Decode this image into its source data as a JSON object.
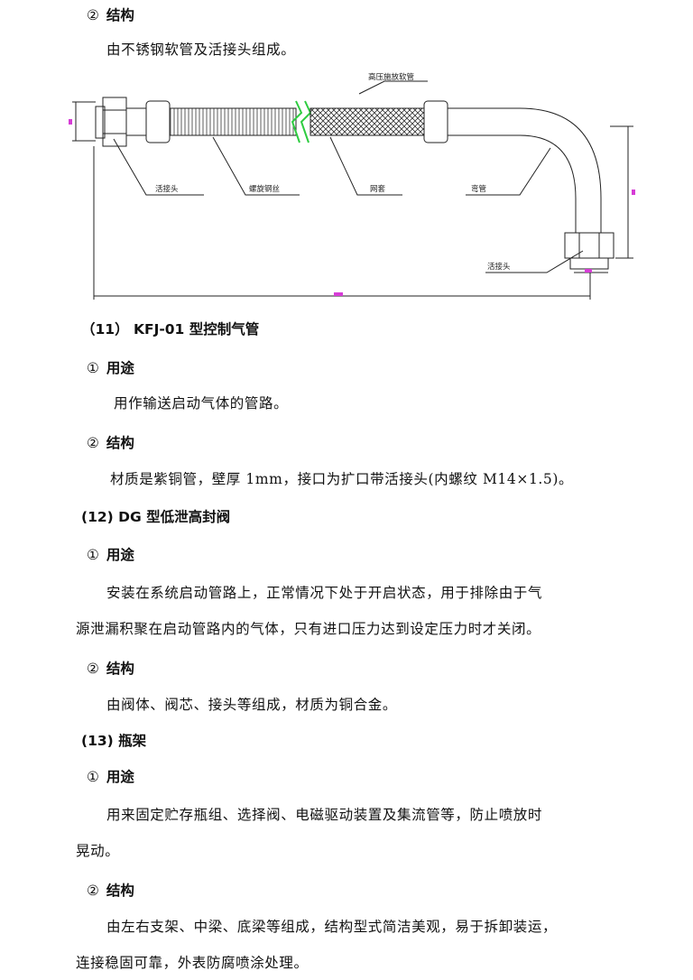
{
  "sec1_struct_heading": {
    "num": "②",
    "label": "结构"
  },
  "sec1_struct_text": "由不锈钢软管及活接头组成。",
  "figure": {
    "labels": {
      "hose": "高压施放软管",
      "union_left": "活接头",
      "spiral": "螺旋钢丝",
      "mesh": "网套",
      "elbow": "弯管",
      "union_bottom": "活接头"
    }
  },
  "sec11_title": "（11） KFJ-01 型控制气管",
  "sec11_use_heading": {
    "num": "①",
    "label": "用途"
  },
  "sec11_use_text": "用作输送启动气体的管路。",
  "sec11_struct_heading": {
    "num": "②",
    "label": "结构"
  },
  "sec11_struct_text": "材质是紫铜管，壁厚 1mm，接口为扩口带活接头(内螺纹 M14×1.5)。",
  "sec12_title": "(12) DG 型低泄高封阀",
  "sec12_use_heading": {
    "num": "①",
    "label": "用途"
  },
  "sec12_use_text_1": "安装在系统启动管路上，正常情况下处于开启状态，用于排除由于气",
  "sec12_use_text_2": "源泄漏积聚在启动管路内的气体，只有进口压力达到设定压力时才关闭。",
  "sec12_struct_heading": {
    "num": "②",
    "label": "结构"
  },
  "sec12_struct_text": "由阀体、阀芯、接头等组成，材质为铜合金。",
  "sec13_title": "(13) 瓶架",
  "sec13_use_heading": {
    "num": "①",
    "label": "用途"
  },
  "sec13_use_text_1": "用来固定贮存瓶组、选择阀、电磁驱动装置及集流管等，防止喷放时",
  "sec13_use_text_2": "晃动。",
  "sec13_struct_heading": {
    "num": "②",
    "label": "结构"
  },
  "sec13_struct_text_1": "由左右支架、中梁、底梁等组成，结构型式简洁美观，易于拆卸装运，",
  "sec13_struct_text_2": "连接稳固可靠，外表防腐喷涂处理。"
}
